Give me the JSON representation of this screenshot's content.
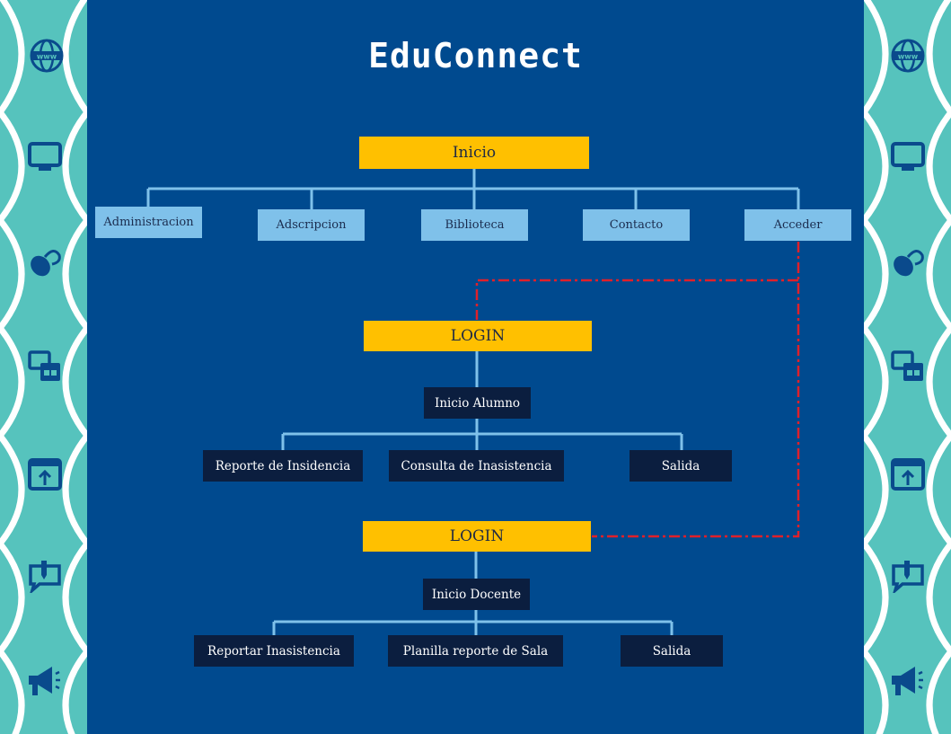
{
  "title": "EduConnect",
  "nodes": {
    "inicio": "Inicio",
    "administracion": "Administracion",
    "adscripcion": "Adscripcion",
    "biblioteca": "Biblioteca",
    "contacto": "Contacto",
    "acceder": "Acceder",
    "login_alumno": "LOGIN",
    "inicio_alumno": "Inicio Alumno",
    "reporte_insidencia": "Reporte de Insidencia",
    "consulta_inasistencia": "Consulta de Inasistencia",
    "salida_alumno": "Salida",
    "login_docente": "LOGIN",
    "inicio_docente": "Inicio Docente",
    "reportar_inasistencia": "Reportar Inasistencia",
    "planilla_reporte": "Planilla reporte de Sala",
    "salida_docente": "Salida"
  },
  "side_icons": [
    "globe-www-icon",
    "monitor-icon",
    "mouse-icon",
    "app-windows-icon",
    "upload-window-icon",
    "chat-edit-icon",
    "megaphone-icon"
  ],
  "colors": {
    "background": "#004a8f",
    "side_panel": "#56c3bd",
    "primary_node": "#ffc000",
    "secondary_node": "#7fc1ea",
    "leaf_node": "#0b1e3f",
    "connector": "#7fc1ea",
    "dashed_connector": "#e0202a",
    "icon": "#0a4a8c"
  }
}
